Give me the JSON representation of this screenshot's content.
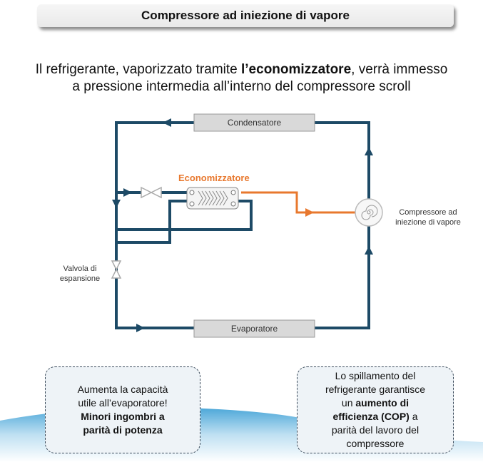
{
  "title": "Compressore ad iniezione di vapore",
  "subtitle": {
    "part1": "Il refrigerante, vaporizzato tramite ",
    "bold": "l’economizzatore",
    "part2": ", verrà immesso",
    "line2": "a pressione intermedia all’interno del compressore scroll"
  },
  "diagram": {
    "condenser": "Condensatore",
    "evaporator": "Evaporatore",
    "economizer": "Economizzatore",
    "compressor_line1": "Compressore ad",
    "compressor_line2": "iniezione di vapore",
    "valve_line1": "Valvola di",
    "valve_line2": "espansione",
    "colors": {
      "pipe": "#1d4a66",
      "injection": "#e8782e",
      "component": "#d9d9d9"
    }
  },
  "notes": {
    "left": {
      "line1": "Aumenta la capacità",
      "line2": "utile all’evaporatore!",
      "bold1": "Minori ingombri a",
      "bold2": "parità di potenza"
    },
    "right": {
      "line1": "Lo spillamento del",
      "line2": "refrigerante garantisce",
      "line3a": "un ",
      "bold3": "aumento di",
      "bold4": "efficienza (COP)",
      "line4b": " a",
      "line5": "parità del lavoro del",
      "line6": "compressore"
    }
  }
}
